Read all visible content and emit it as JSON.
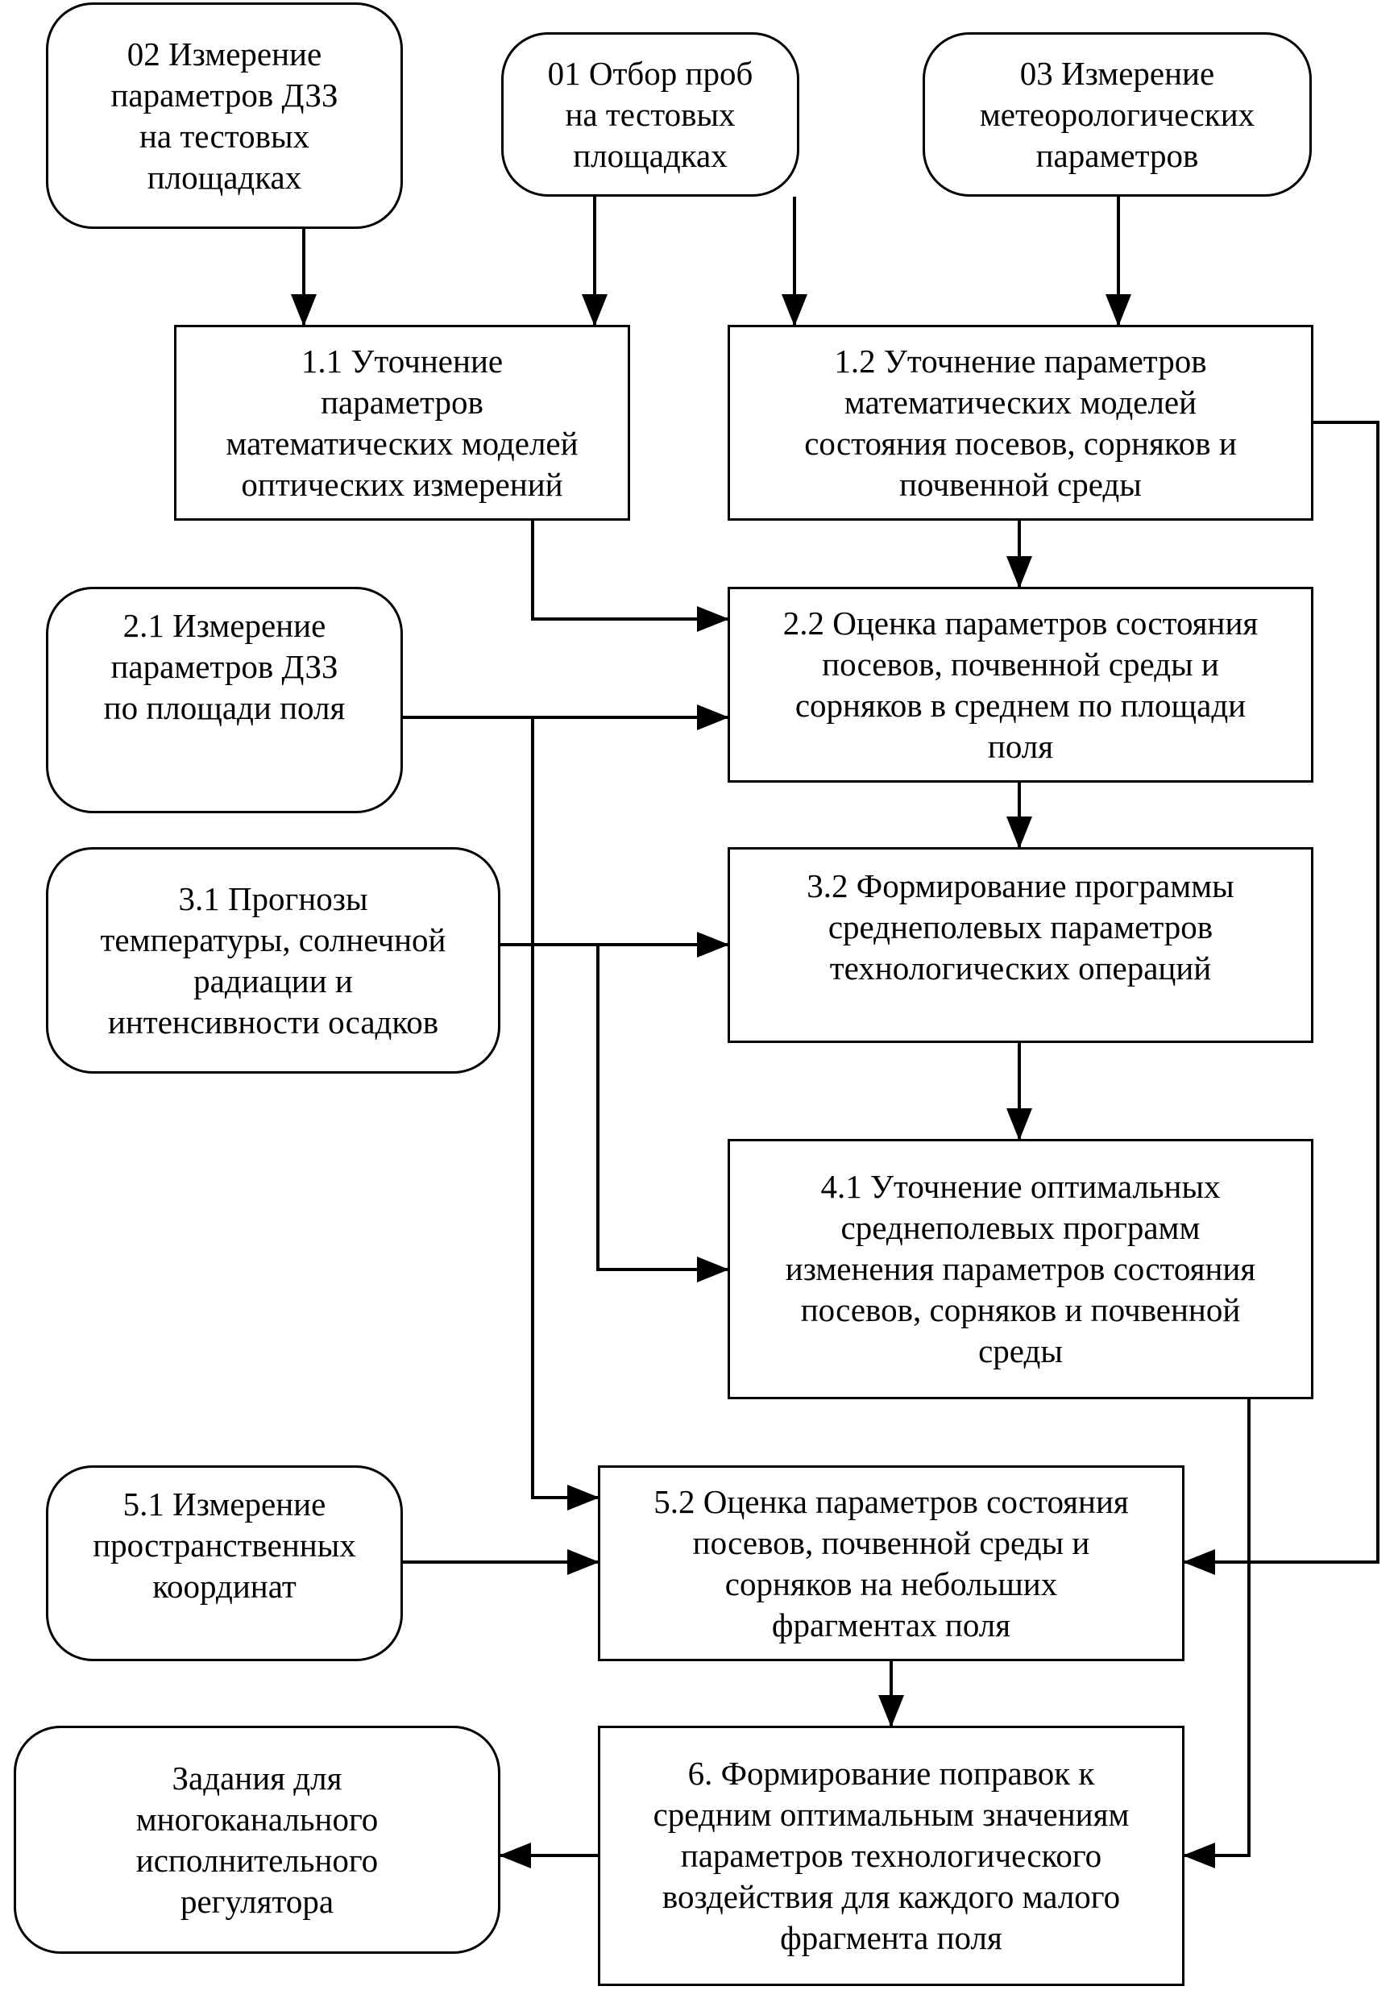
{
  "nodes": {
    "n02": "02 Измерение\nпараметров ДЗЗ\nна тестовых\nплощадках",
    "n01": "01 Отбор проб\nна тестовых\nплощадках",
    "n03": "03 Измерение\nметеорологических\nпараметров",
    "n11": "1.1 Уточнение\nпараметров\nматематических моделей\nоптических измерений",
    "n12": "1.2 Уточнение параметров\nматематических моделей\nсостояния посевов, сорняков и\nпочвенной среды",
    "n21": "2.1 Измерение\nпараметров ДЗЗ\nпо площади поля",
    "n22": "2.2 Оценка параметров состояния\nпосевов, почвенной среды и\nсорняков в среднем по площади\nполя",
    "n31": "3.1 Прогнозы\nтемпературы, солнечной\nрадиации и\nинтенсивности осадков",
    "n32": "3.2 Формирование программы\nсреднеполевых параметров\nтехнологических операций",
    "n41": "4.1 Уточнение оптимальных\nсреднеполевых программ\nизменения параметров состояния\nпосевов, сорняков и почвенной\nсреды",
    "n51": "5.1 Измерение\nпространственных\nкоординат",
    "n52": "5.2 Оценка параметров состояния\nпосевов, почвенной среды и\nсорняков на небольших\nфрагментах поля",
    "n6": "6. Формирование поправок к\nсредним оптимальным значениям\nпараметров технологического\nвоздействия для каждого малого\nфрагмента поля",
    "nOut": "Задания для\nмногоканального\nисполнительного\nрегулятора"
  },
  "colors": {
    "line": "#000000",
    "fill": "#ffffff",
    "text": "#000000"
  }
}
